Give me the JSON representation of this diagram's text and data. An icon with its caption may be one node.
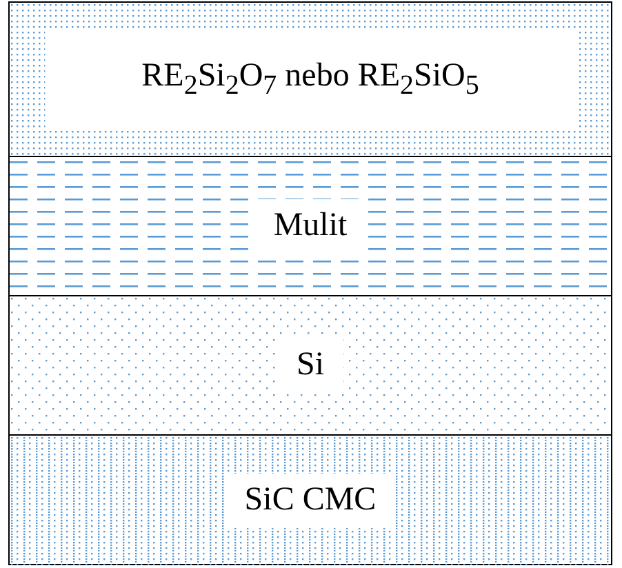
{
  "diagram": {
    "nodes": [
      {
        "text": [
          "RE$_{2}$Si$_{2}$O$_{7}$ nebo RE$_{2}$SiO$_{5}$"
        ]
      },
      {
        "text": [
          "Mulit"
        ]
      },
      {
        "text": [
          "Si"
        ]
      },
      {
        "text": [
          "SiC CMC"
        ]
      }
    ]
  }
}
